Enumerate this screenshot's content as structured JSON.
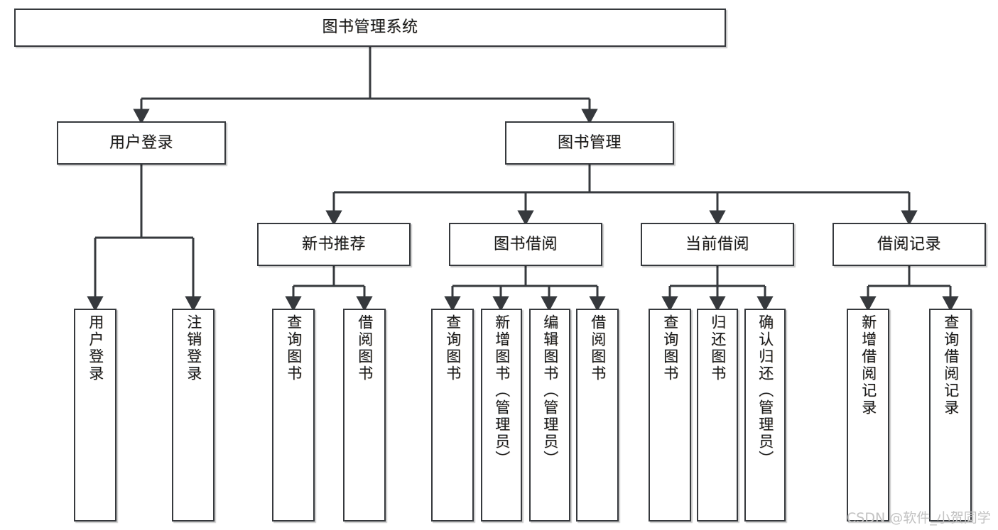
{
  "diagram": {
    "title": "图书管理系统",
    "type": "tree",
    "colors": {
      "box_border": "#36393d",
      "box_fill": "#ffffff",
      "line": "#36393d",
      "text": "#1b1b1b",
      "watermark": "#c2c2c2",
      "background": "#ffffff"
    },
    "root": {
      "label": "图书管理系统"
    },
    "level2": [
      {
        "label": "用户登录"
      },
      {
        "label": "图书管理"
      }
    ],
    "level3": [
      {
        "label": "新书推荐"
      },
      {
        "label": "图书借阅"
      },
      {
        "label": "当前借阅"
      },
      {
        "label": "借阅记录"
      }
    ],
    "leaves": {
      "user_login": [
        {
          "label": "用户登录"
        },
        {
          "label": "注销登录"
        }
      ],
      "new_book": [
        {
          "label": "查询图书"
        },
        {
          "label": "借阅图书"
        }
      ],
      "book_borrow": [
        {
          "label": "查询图书"
        },
        {
          "label": "新增图书（管理员）"
        },
        {
          "label": "编辑图书（管理员）"
        },
        {
          "label": "借阅图书"
        }
      ],
      "current_borrow": [
        {
          "label": "查询图书"
        },
        {
          "label": "归还图书"
        },
        {
          "label": "确认归还（管理员）"
        }
      ],
      "borrow_record": [
        {
          "label": "新增借阅记录"
        },
        {
          "label": "查询借阅记录"
        }
      ]
    }
  },
  "watermark": {
    "text": "CSDN @软件_小贺同学"
  }
}
